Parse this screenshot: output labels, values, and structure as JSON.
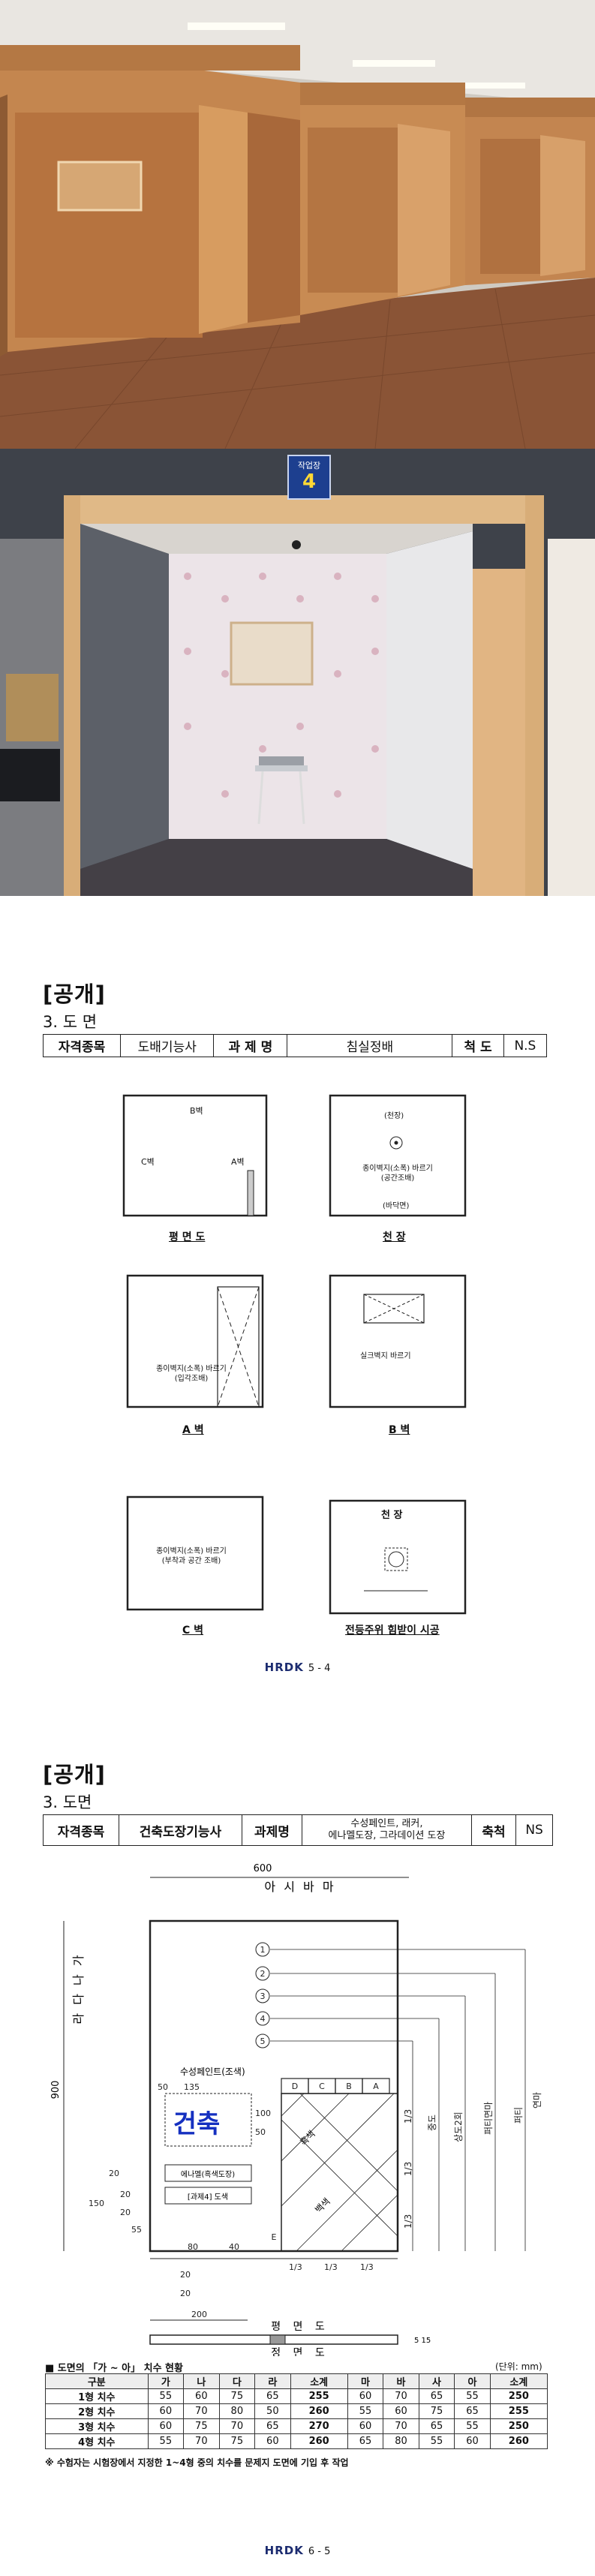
{
  "photo1": {
    "alt": "workshop booths"
  },
  "photo2": {
    "sign": {
      "label": "작업장",
      "number": "4"
    }
  },
  "sheet1": {
    "header": "[공개]",
    "section": "3. 도 면",
    "info": {
      "k1": "자격종목",
      "v1": "도배기능사",
      "k2": "과 제 명",
      "v2": "침실정배",
      "k3": "척 도",
      "v3": "N.S"
    },
    "captions": {
      "plan": "평 면 도",
      "ceiling": "천 장",
      "wall_a": "A 벽",
      "wall_b": "B 벽",
      "wall_c": "C 벽",
      "light": "전등주위 힘받이 시공"
    },
    "labels": {
      "b": "B벽",
      "c": "C벽",
      "a": "A벽",
      "ceiling_in": "(천장)",
      "ceiling_top": "천 장",
      "paper1": "종이벽지(소폭) 바르기",
      "paper1_sub": "(공간조배)",
      "paper2": "종이벽지(소폭) 바르기",
      "paper2_sub": "(입각조배)",
      "silk": "실크벽지 바르기",
      "paper3": "종이벽지(소폭) 바르기",
      "paper3_sub": "(부착과 공간 조배)",
      "front": "(바닥면)"
    },
    "page": "5 - 4"
  },
  "sheet2": {
    "header": "[공개]",
    "section": "3. 도면",
    "info": {
      "k1": "자격종목",
      "v1": "건축도장기능사",
      "k2": "과제명",
      "v2a": "수성페인트, 래커,",
      "v2b": "에나멜도장, 그라데이션 도장",
      "k3": "축척",
      "v3": "NS"
    },
    "drawing": {
      "top_width": "600",
      "top_letters": "아 시 바 마",
      "left_height": "900",
      "left_letters": "라 다 나 가",
      "circles": [
        "1",
        "2",
        "3",
        "4",
        "5"
      ],
      "water": "수성페인트(조색)",
      "squares": [
        "D",
        "C",
        "B",
        "A"
      ],
      "square_e": "E",
      "title_text": "건축",
      "enamel": "에나멜(흑색도장)",
      "lacquer": "[과제4] 도색",
      "dims_left": [
        "50",
        "135",
        "20",
        "150",
        "20",
        "20",
        "55",
        "80",
        "40",
        "20",
        "200",
        "20"
      ],
      "dims_inner": [
        "100",
        "50"
      ],
      "thirds": [
        "1/3",
        "1/3",
        "1/3"
      ],
      "right_labels": [
        "1/3",
        "1/3",
        "1/3",
        "중도",
        "상도2회",
        "퍼티면마",
        "퍼티",
        "연마"
      ],
      "diag1": "흑색",
      "diag2": "백색",
      "plan": "평 면 도",
      "front": "정 면 도",
      "thk": "5 15"
    },
    "table_title": "■ 도면의 「가 ~ 아」 치수 현황",
    "unit": "(단위: mm)",
    "table": {
      "headers": [
        "구분",
        "가",
        "나",
        "다",
        "라",
        "소계",
        "마",
        "바",
        "사",
        "아",
        "소계"
      ],
      "rows": [
        [
          "1형 치수",
          "55",
          "60",
          "75",
          "65",
          "255",
          "60",
          "70",
          "65",
          "55",
          "250"
        ],
        [
          "2형 치수",
          "60",
          "70",
          "80",
          "50",
          "260",
          "55",
          "60",
          "75",
          "65",
          "255"
        ],
        [
          "3형 치수",
          "60",
          "75",
          "70",
          "65",
          "270",
          "60",
          "70",
          "65",
          "55",
          "250"
        ],
        [
          "4형 치수",
          "55",
          "70",
          "75",
          "60",
          "260",
          "65",
          "80",
          "55",
          "60",
          "260"
        ]
      ]
    },
    "note": "※ 수험자는 시험장에서 지정한 1~4형 중의 치수를 문제지 도면에 기입 후 작업",
    "page": "6 - 5"
  },
  "brand": "HRDK"
}
